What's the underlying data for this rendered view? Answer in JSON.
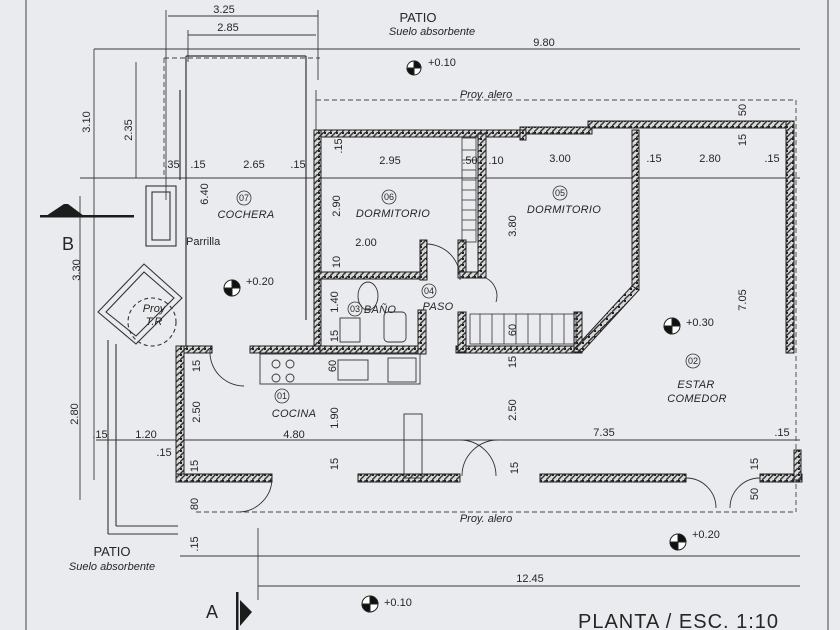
{
  "title": "PLANTA / ESC. 1:10",
  "section_marks": {
    "a": "A",
    "b": "B"
  },
  "patio_top": {
    "label": "PATIO",
    "sub": "Suelo absorbente"
  },
  "patio_bottom": {
    "label": "PATIO",
    "sub": "Suelo absorbente"
  },
  "proy_alero_top": "Proy. alero",
  "proy_alero_bottom": "Proy. alero",
  "levels": {
    "top": "+0.10",
    "cochera": "+0.20",
    "estar": "+0.30",
    "bottom_right": "+0.20",
    "bottom": "+0.10"
  },
  "rooms": {
    "cocina": {
      "num": "01",
      "name": "COCINA"
    },
    "estar": {
      "num": "02",
      "name1": "ESTAR",
      "name2": "COMEDOR"
    },
    "bano": {
      "num": "03",
      "name": "BAÑO"
    },
    "paso": {
      "num": "04",
      "name": "PASO"
    },
    "dorm5": {
      "num": "05",
      "name": "DORMITORIO"
    },
    "dorm6": {
      "num": "06",
      "name": "DORMITORIO"
    },
    "cochera": {
      "num": "07",
      "name": "COCHERA"
    },
    "parrilla": "Parrilla",
    "proy_tr": {
      "l1": "Proy",
      "l2": "T.R"
    }
  },
  "dims": {
    "d325": "3.25",
    "d285": "2.85",
    "d980": "9.80",
    "d310": "3.10",
    "d235": "2.35",
    "d35": ".35",
    "d15a": ".15",
    "d265": "2.65",
    "d15b": ".15",
    "d295": "2.95",
    "d50a": ".50",
    "d10a": ".10",
    "d300": "3.00",
    "d15c": ".15",
    "d280a": "2.80",
    "d15d": ".15",
    "d50b": "50",
    "d15e": ".15",
    "d15f": "15",
    "d640": "6.40",
    "d290": "2.90",
    "d380": "3.80",
    "d200": "2.00",
    "d10b": "10",
    "d140": "1.40",
    "d15g": "15",
    "d60a": "60",
    "d705": "7.05",
    "d330": "3.30",
    "d60b": "60",
    "d15h": "15",
    "d15i": "15",
    "d250a": "2.50",
    "d250b": "2.50",
    "d190": "1.90",
    "d280b": "2.80",
    "d15j": ".15",
    "d120": "1.20",
    "d480": "4.80",
    "d735": "7.35",
    "d15k": ".15",
    "d15l": ".15",
    "d15m": "15",
    "d15n": "15",
    "d15o": "15",
    "d15p": "15",
    "d80": "80",
    "d15q": ".15",
    "d50c": "50",
    "d1245": "12.45"
  }
}
